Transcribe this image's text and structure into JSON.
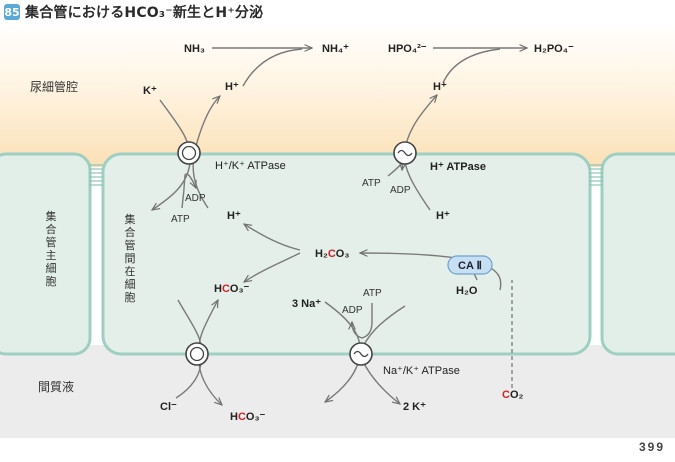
{
  "figure": {
    "number": "85",
    "title": "集合管におけるHCO₃⁻新生とH⁺分泌",
    "page_number": "399"
  },
  "regions": {
    "lumen": "尿細管腔",
    "interstitium": "間質液",
    "principal_cell": "集合管主細胞",
    "intercalated_cell": "集合管間在細胞"
  },
  "molecules": {
    "nh3": "NH₃",
    "nh4": "NH₄⁺",
    "hpo4": "HPO₄²⁻",
    "h2po4": "H₂PO₄⁻",
    "k_lumen": "K⁺",
    "h_apical_1": "H⁺",
    "h_apical_2": "H⁺",
    "h_cell_1": "H⁺",
    "h_cell_2": "H⁺",
    "adp_1": "ADP",
    "atp_1": "ATP",
    "adp_2": "ADP",
    "atp_2": "ATP",
    "h2co3": "H₂CO₃",
    "hco3_cell": "HCO₃⁻",
    "h2o": "H₂O",
    "ca2": "CA Ⅱ",
    "na3": "3 Na⁺",
    "atp_3": "ATP",
    "adp_3": "ADP",
    "k2": "2 K⁺",
    "cl": "Cl⁻",
    "hco3_out": "HCO₃⁻",
    "co2": "CO₂"
  },
  "transporters": {
    "hk_atpase": "H⁺/K⁺ ATPase",
    "h_atpase": "H⁺ ATPase",
    "nak_atpase": "Na⁺/K⁺ ATPase"
  },
  "colors": {
    "lumen_top": "#fbe3bd",
    "cell_fill": "#e3efe8",
    "membrane": "#9fcfc2",
    "arrow": "#7a7a7a",
    "carbon_red": "#d2222a",
    "enzyme_fill": "#c6dff2",
    "enzyme_stroke": "#6fa1cf"
  }
}
